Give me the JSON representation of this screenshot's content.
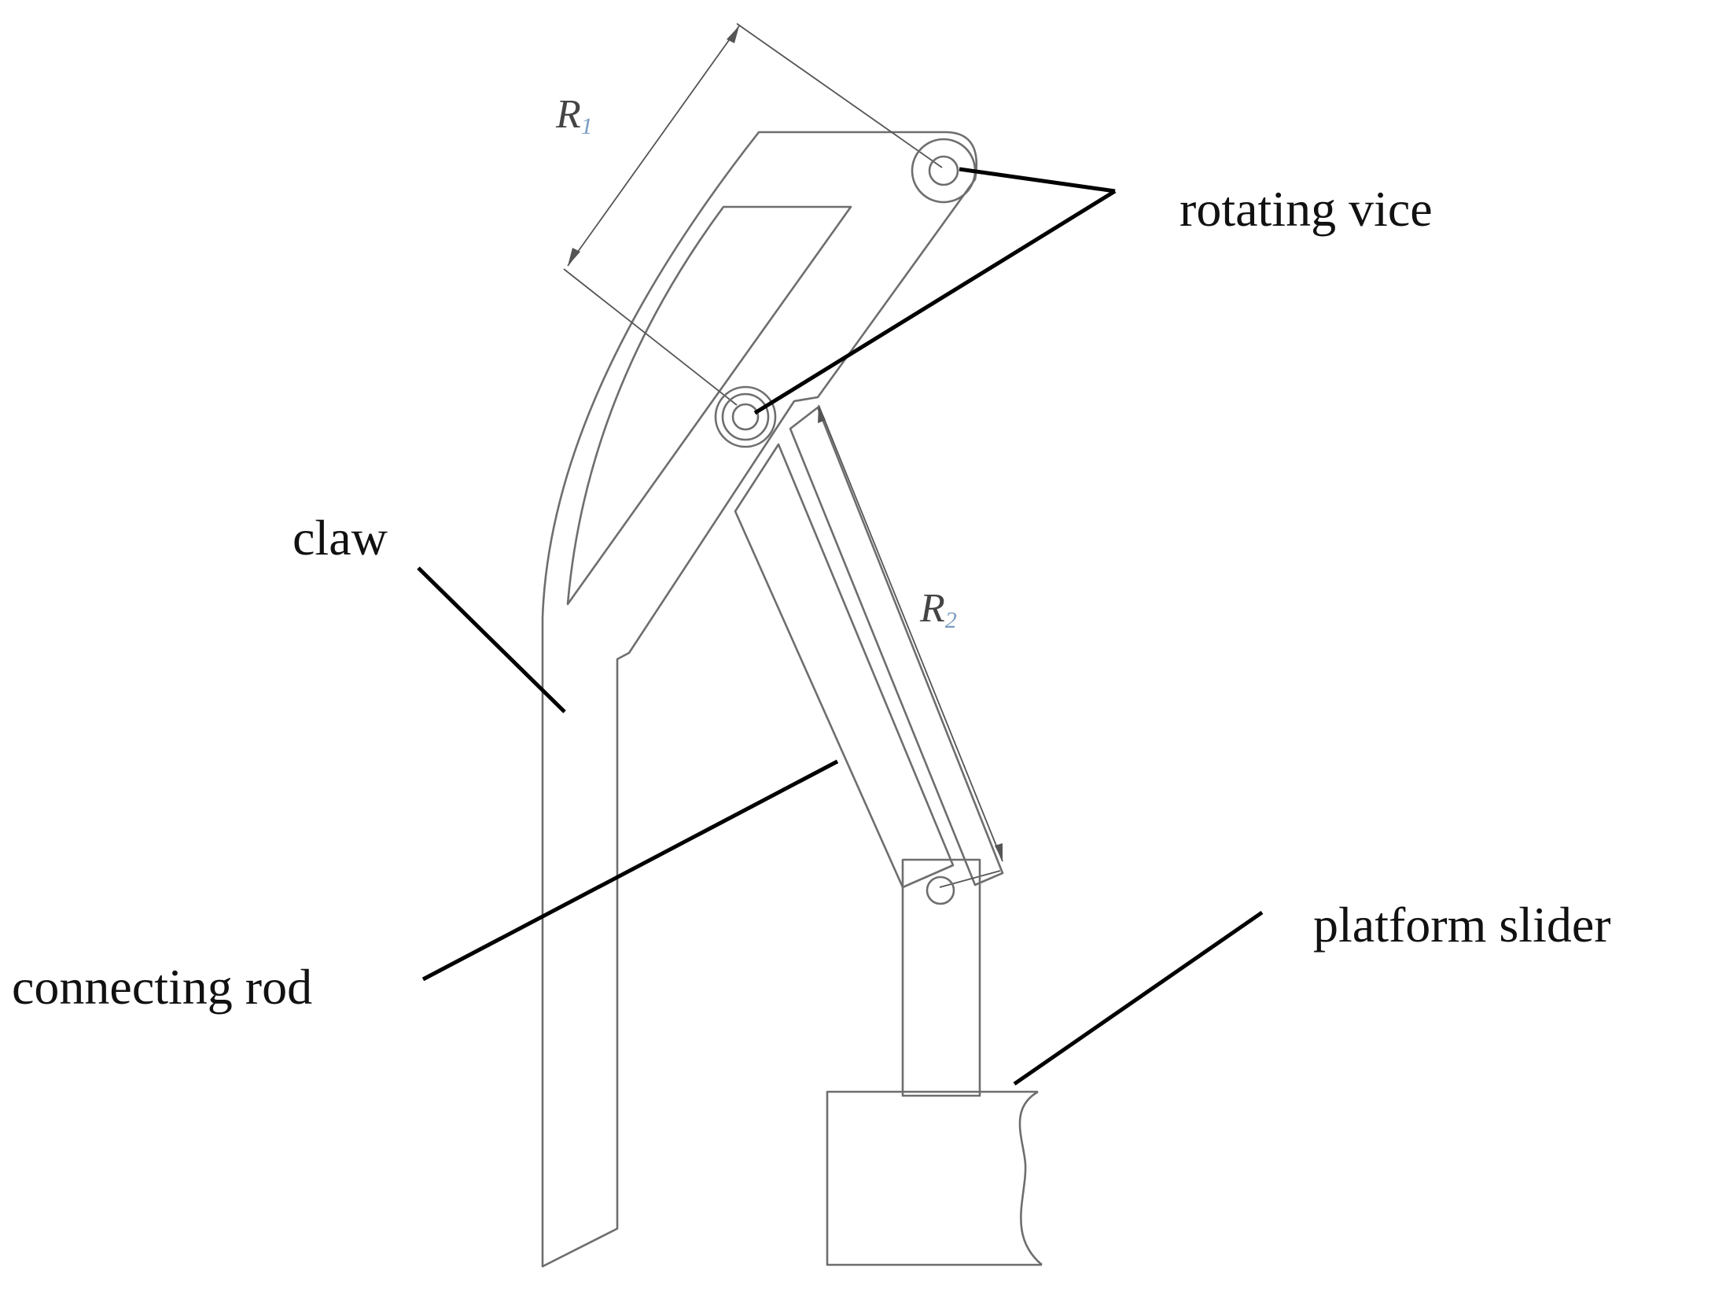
{
  "labels": {
    "rotating_vice": "rotating vice",
    "claw": "claw",
    "connecting_rod": "connecting rod",
    "platform_slider": "platform slider",
    "r1_letter": "R",
    "r1_index": "1",
    "r2_letter": "R",
    "r2_index": "2"
  },
  "colors": {
    "part_line": "#6e6e6e",
    "leader_line": "#000000",
    "label_text": "#111111",
    "subscript": "#7a9bc0"
  }
}
